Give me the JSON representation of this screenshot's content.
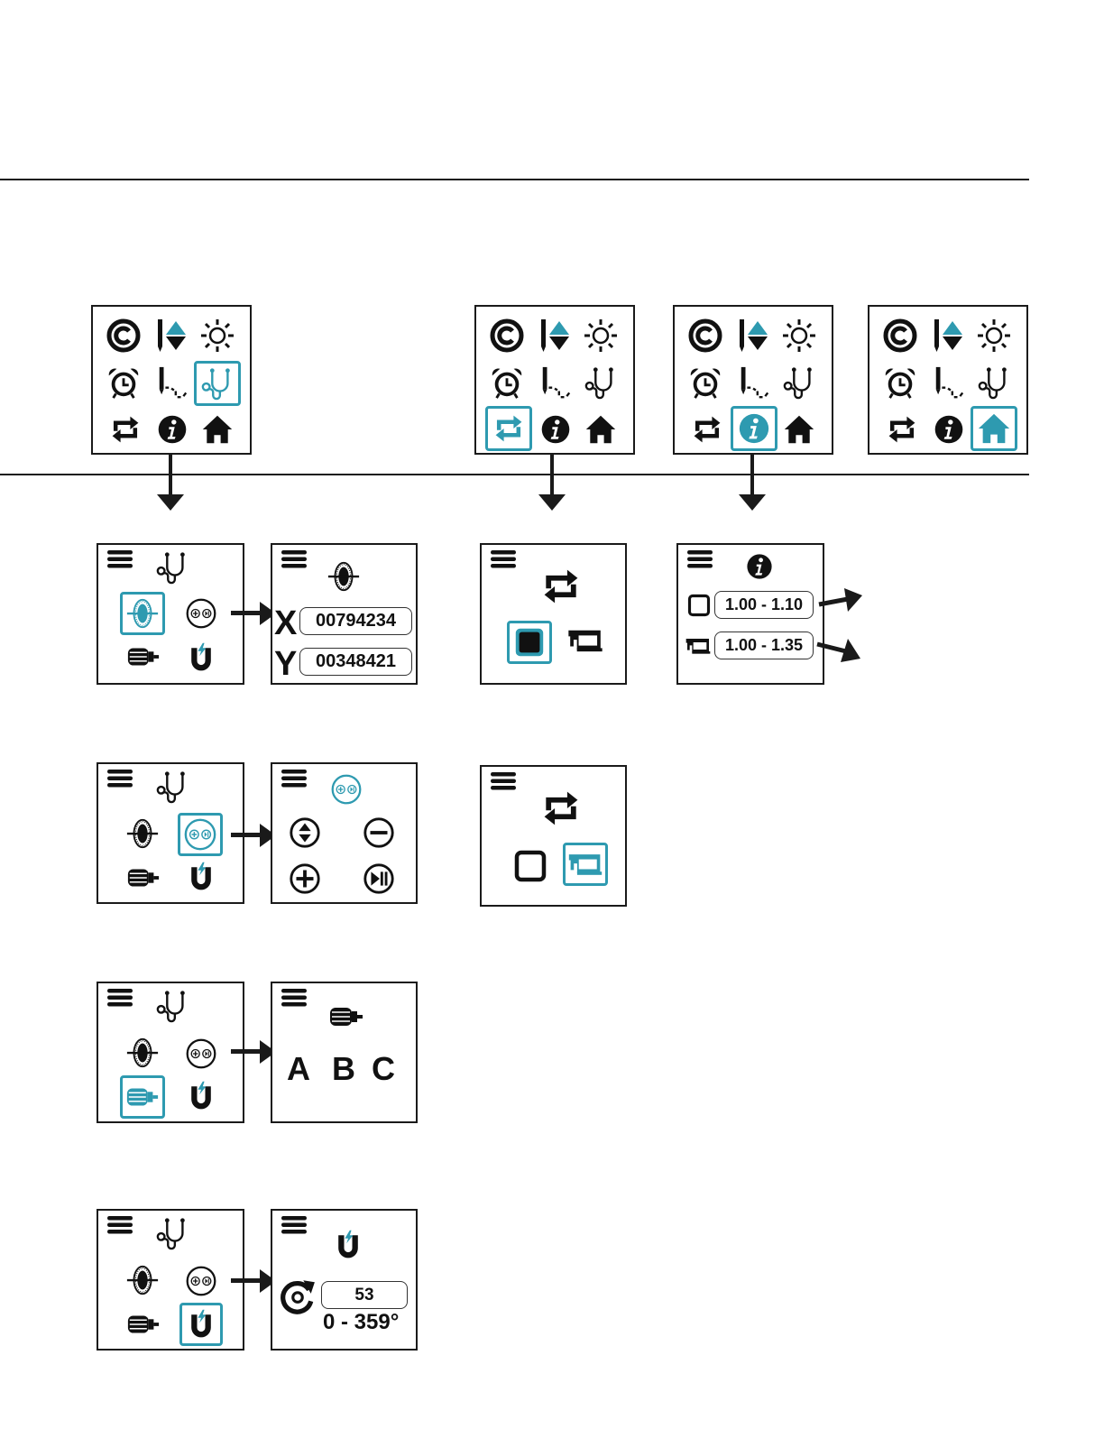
{
  "colors": {
    "accent": "#2e9ab0",
    "ink": "#111111",
    "line": "#1a1a1a"
  },
  "main_menu": {
    "icons": [
      "copyright-icon",
      "needle-up-down-icon",
      "brightness-icon",
      "alarm-clock-icon",
      "stitch-needle-icon",
      "stethoscope-icon",
      "cycle-icon",
      "info-icon",
      "home-icon"
    ],
    "screens": [
      {
        "selected": "stethoscope-icon"
      },
      {
        "selected": "cycle-icon"
      },
      {
        "selected": "info-icon"
      },
      {
        "selected": "home-icon"
      }
    ]
  },
  "diagnostics": {
    "icons": [
      "handwheel-sensor-icon",
      "buttons-test-icon",
      "motor-icon",
      "magnet-icon"
    ],
    "encoder": {
      "x_label": "X",
      "x_value": "00794234",
      "y_label": "Y",
      "y_value": "00348421"
    },
    "buttons": [
      "up-down-button-icon",
      "minus-button-icon",
      "plus-button-icon",
      "play-pause-button-icon"
    ],
    "motor": {
      "letters": [
        "A",
        "B",
        "C"
      ]
    },
    "magnet": {
      "angle_value": "53",
      "range": "0 - 359°"
    }
  },
  "cycle": {
    "options": [
      "square-mode-icon",
      "sewing-machine-mode-icon"
    ],
    "screens": [
      {
        "selected": "square-mode-icon"
      },
      {
        "selected": "sewing-machine-mode-icon"
      }
    ]
  },
  "info": {
    "rows": [
      {
        "icon": "square-mode-icon",
        "version": "1.00 - 1.10"
      },
      {
        "icon": "sewing-machine-mode-icon",
        "version": "1.00 - 1.35"
      }
    ]
  }
}
